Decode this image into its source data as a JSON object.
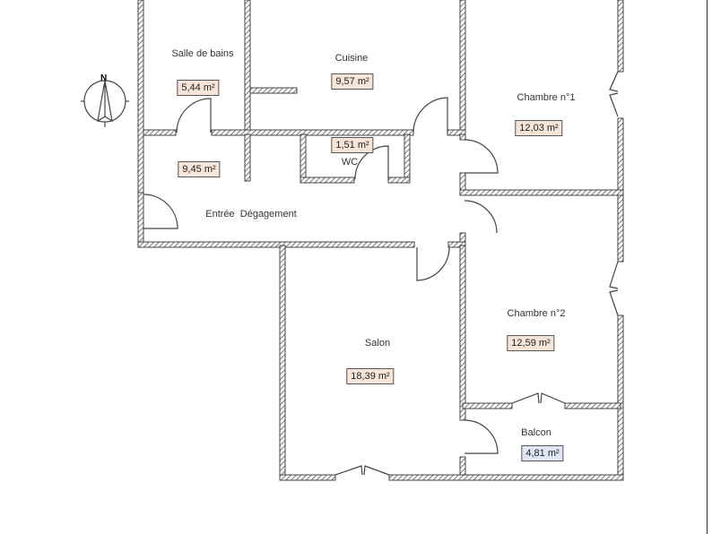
{
  "plan": {
    "compass_label": "N",
    "rooms": [
      {
        "name": "Salle de bains",
        "area": "5,44 m²"
      },
      {
        "name": "Cuisine",
        "area": "9,57 m²"
      },
      {
        "name": "Chambre n°1",
        "area": "12,03 m²"
      },
      {
        "name": "WC",
        "area": "1,51 m²"
      },
      {
        "name": "Entrée  Dégagement",
        "area": "9,45 m²"
      },
      {
        "name": "Salon",
        "area": "18,39 m²"
      },
      {
        "name": "Chambre n°2",
        "area": "12,59 m²"
      },
      {
        "name": "Balcon",
        "area": "4,81 m²"
      }
    ],
    "colors": {
      "area_fill": "#f7e5d9",
      "balcony_fill": "#dfe6f5",
      "wall": "#444444"
    }
  }
}
